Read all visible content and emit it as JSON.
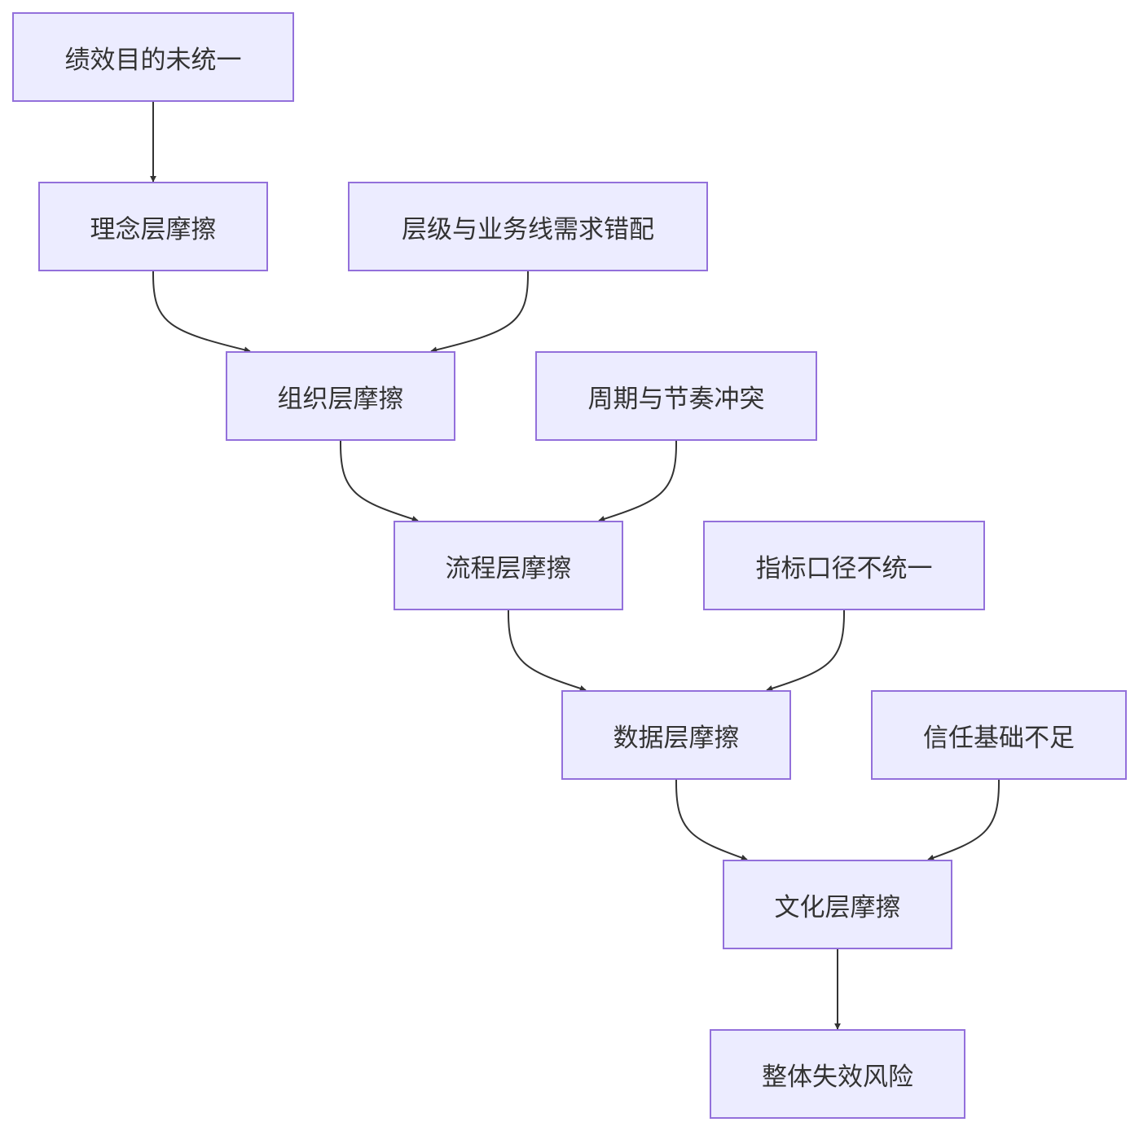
{
  "diagram": {
    "type": "flowchart",
    "nodes": [
      {
        "id": "goal",
        "label": "绩效目的未统一"
      },
      {
        "id": "concept",
        "label": "理念层摩擦"
      },
      {
        "id": "mismatch",
        "label": "层级与业务线需求错配"
      },
      {
        "id": "org",
        "label": "组织层摩擦"
      },
      {
        "id": "rhythm",
        "label": "周期与节奏冲突"
      },
      {
        "id": "process",
        "label": "流程层摩擦"
      },
      {
        "id": "metric",
        "label": "指标口径不统一"
      },
      {
        "id": "data",
        "label": "数据层摩擦"
      },
      {
        "id": "trust",
        "label": "信任基础不足"
      },
      {
        "id": "culture",
        "label": "文化层摩擦"
      },
      {
        "id": "risk",
        "label": "整体失效风险"
      }
    ],
    "edges": [
      {
        "from": "goal",
        "to": "concept"
      },
      {
        "from": "concept",
        "to": "org"
      },
      {
        "from": "mismatch",
        "to": "org"
      },
      {
        "from": "org",
        "to": "process"
      },
      {
        "from": "rhythm",
        "to": "process"
      },
      {
        "from": "process",
        "to": "data"
      },
      {
        "from": "metric",
        "to": "data"
      },
      {
        "from": "data",
        "to": "culture"
      },
      {
        "from": "trust",
        "to": "culture"
      },
      {
        "from": "culture",
        "to": "risk"
      }
    ],
    "colors": {
      "node_fill": "#ECECFF",
      "node_border": "#9370DB",
      "edge": "#333333",
      "text": "#333333"
    }
  }
}
